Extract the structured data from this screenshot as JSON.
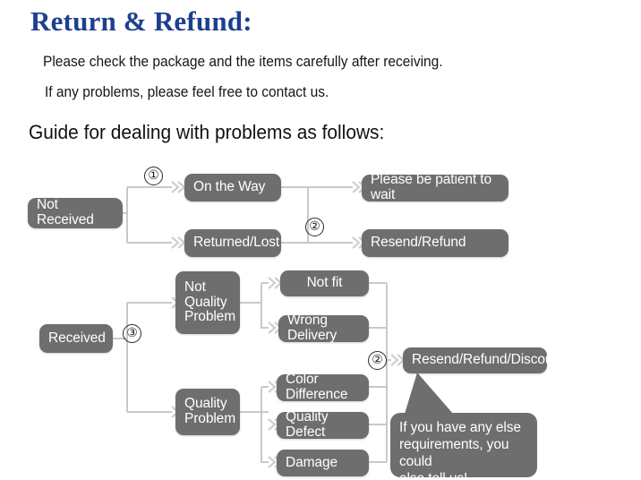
{
  "header": {
    "title": "Return & Refund:",
    "line1": "Please check the package and the items carefully after receiving.",
    "line2": "If any problems, please feel free to contact us.",
    "guide": "Guide for dealing with problems as follows:"
  },
  "colors": {
    "title_blue": "#1d3f8f",
    "node_gray": "#6e6e6e",
    "node_text": "#ffffff",
    "wire_gray": "#c8c8c8",
    "marker_outline": "#2a2a2a",
    "background": "#ffffff"
  },
  "flowchart": {
    "nodes": {
      "not_received": "Not Received",
      "on_the_way": "On the Way",
      "returned_lost": "Returned/Lost",
      "please_wait": "Please be patient to wait",
      "resend_refund": "Resend/Refund",
      "received": "Received",
      "not_quality_problem": "Not\nQuality\nProblem",
      "quality_problem": "Quality\nProblem",
      "not_fit": "Not fit",
      "wrong_delivery": "Wrong Delivery",
      "color_difference": "Color Difference",
      "quality_defect": "Quality Defect",
      "damage": "Damage",
      "resend_refund_discount": "Resend/Refund/Discount"
    },
    "markers": {
      "m1": "①",
      "m2_top": "②",
      "m3": "③",
      "m2_bottom": "②"
    },
    "bubble": "If you have any else\nrequirements, you could\nalso tell us!"
  }
}
